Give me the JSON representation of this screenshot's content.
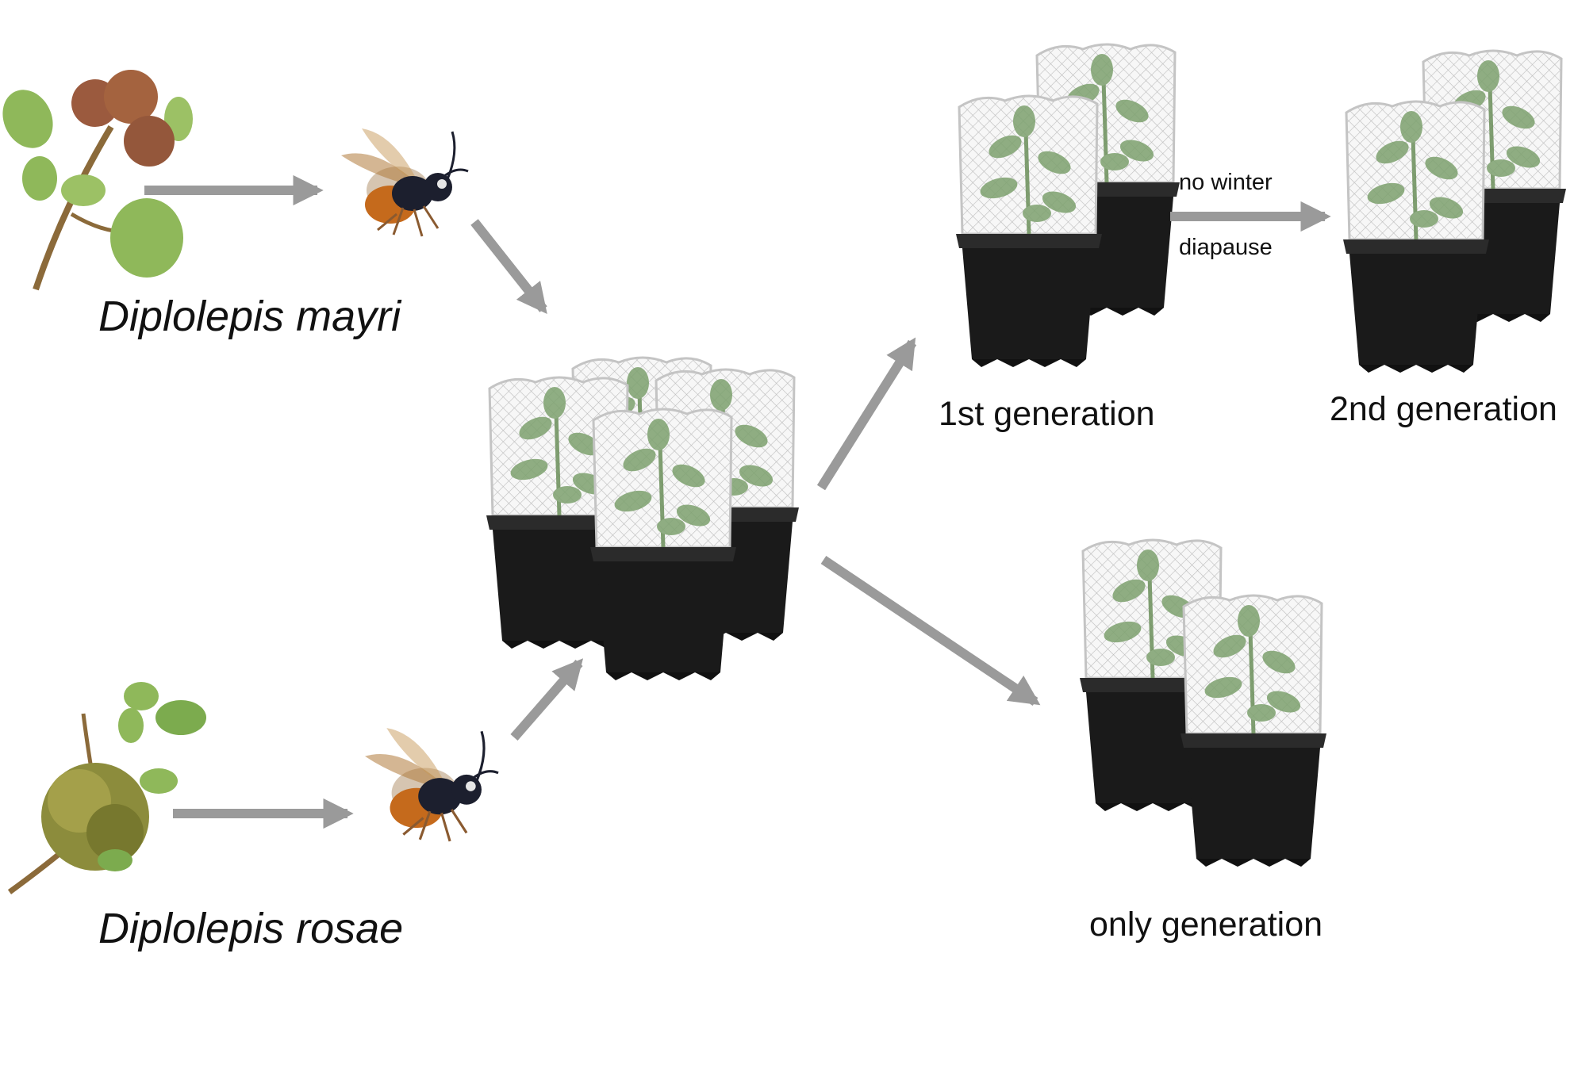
{
  "colors": {
    "arrow": "#9a9a9a",
    "pot": "#1a1a1a",
    "net": "#c4c4c4",
    "leaf": "#7da16e",
    "gall_mayri": "#9b5a3e",
    "gall_rosae": "#8c8c3c",
    "wasp_abdomen": "#c56a1c",
    "wasp_thorax": "#1c1f2e"
  },
  "labels": {
    "mayri": "Diplolepis mayri",
    "rosae": "Diplolepis rosae",
    "first_gen": "1st generation",
    "second_gen": "2nd generation",
    "only_gen": "only generation",
    "no_winter": "no winter",
    "diapause": "diapause"
  },
  "icons": [
    "rose-hip-galls-icon",
    "wasp-icon",
    "moss-gall-icon",
    "caged-potted-rose-icon"
  ]
}
